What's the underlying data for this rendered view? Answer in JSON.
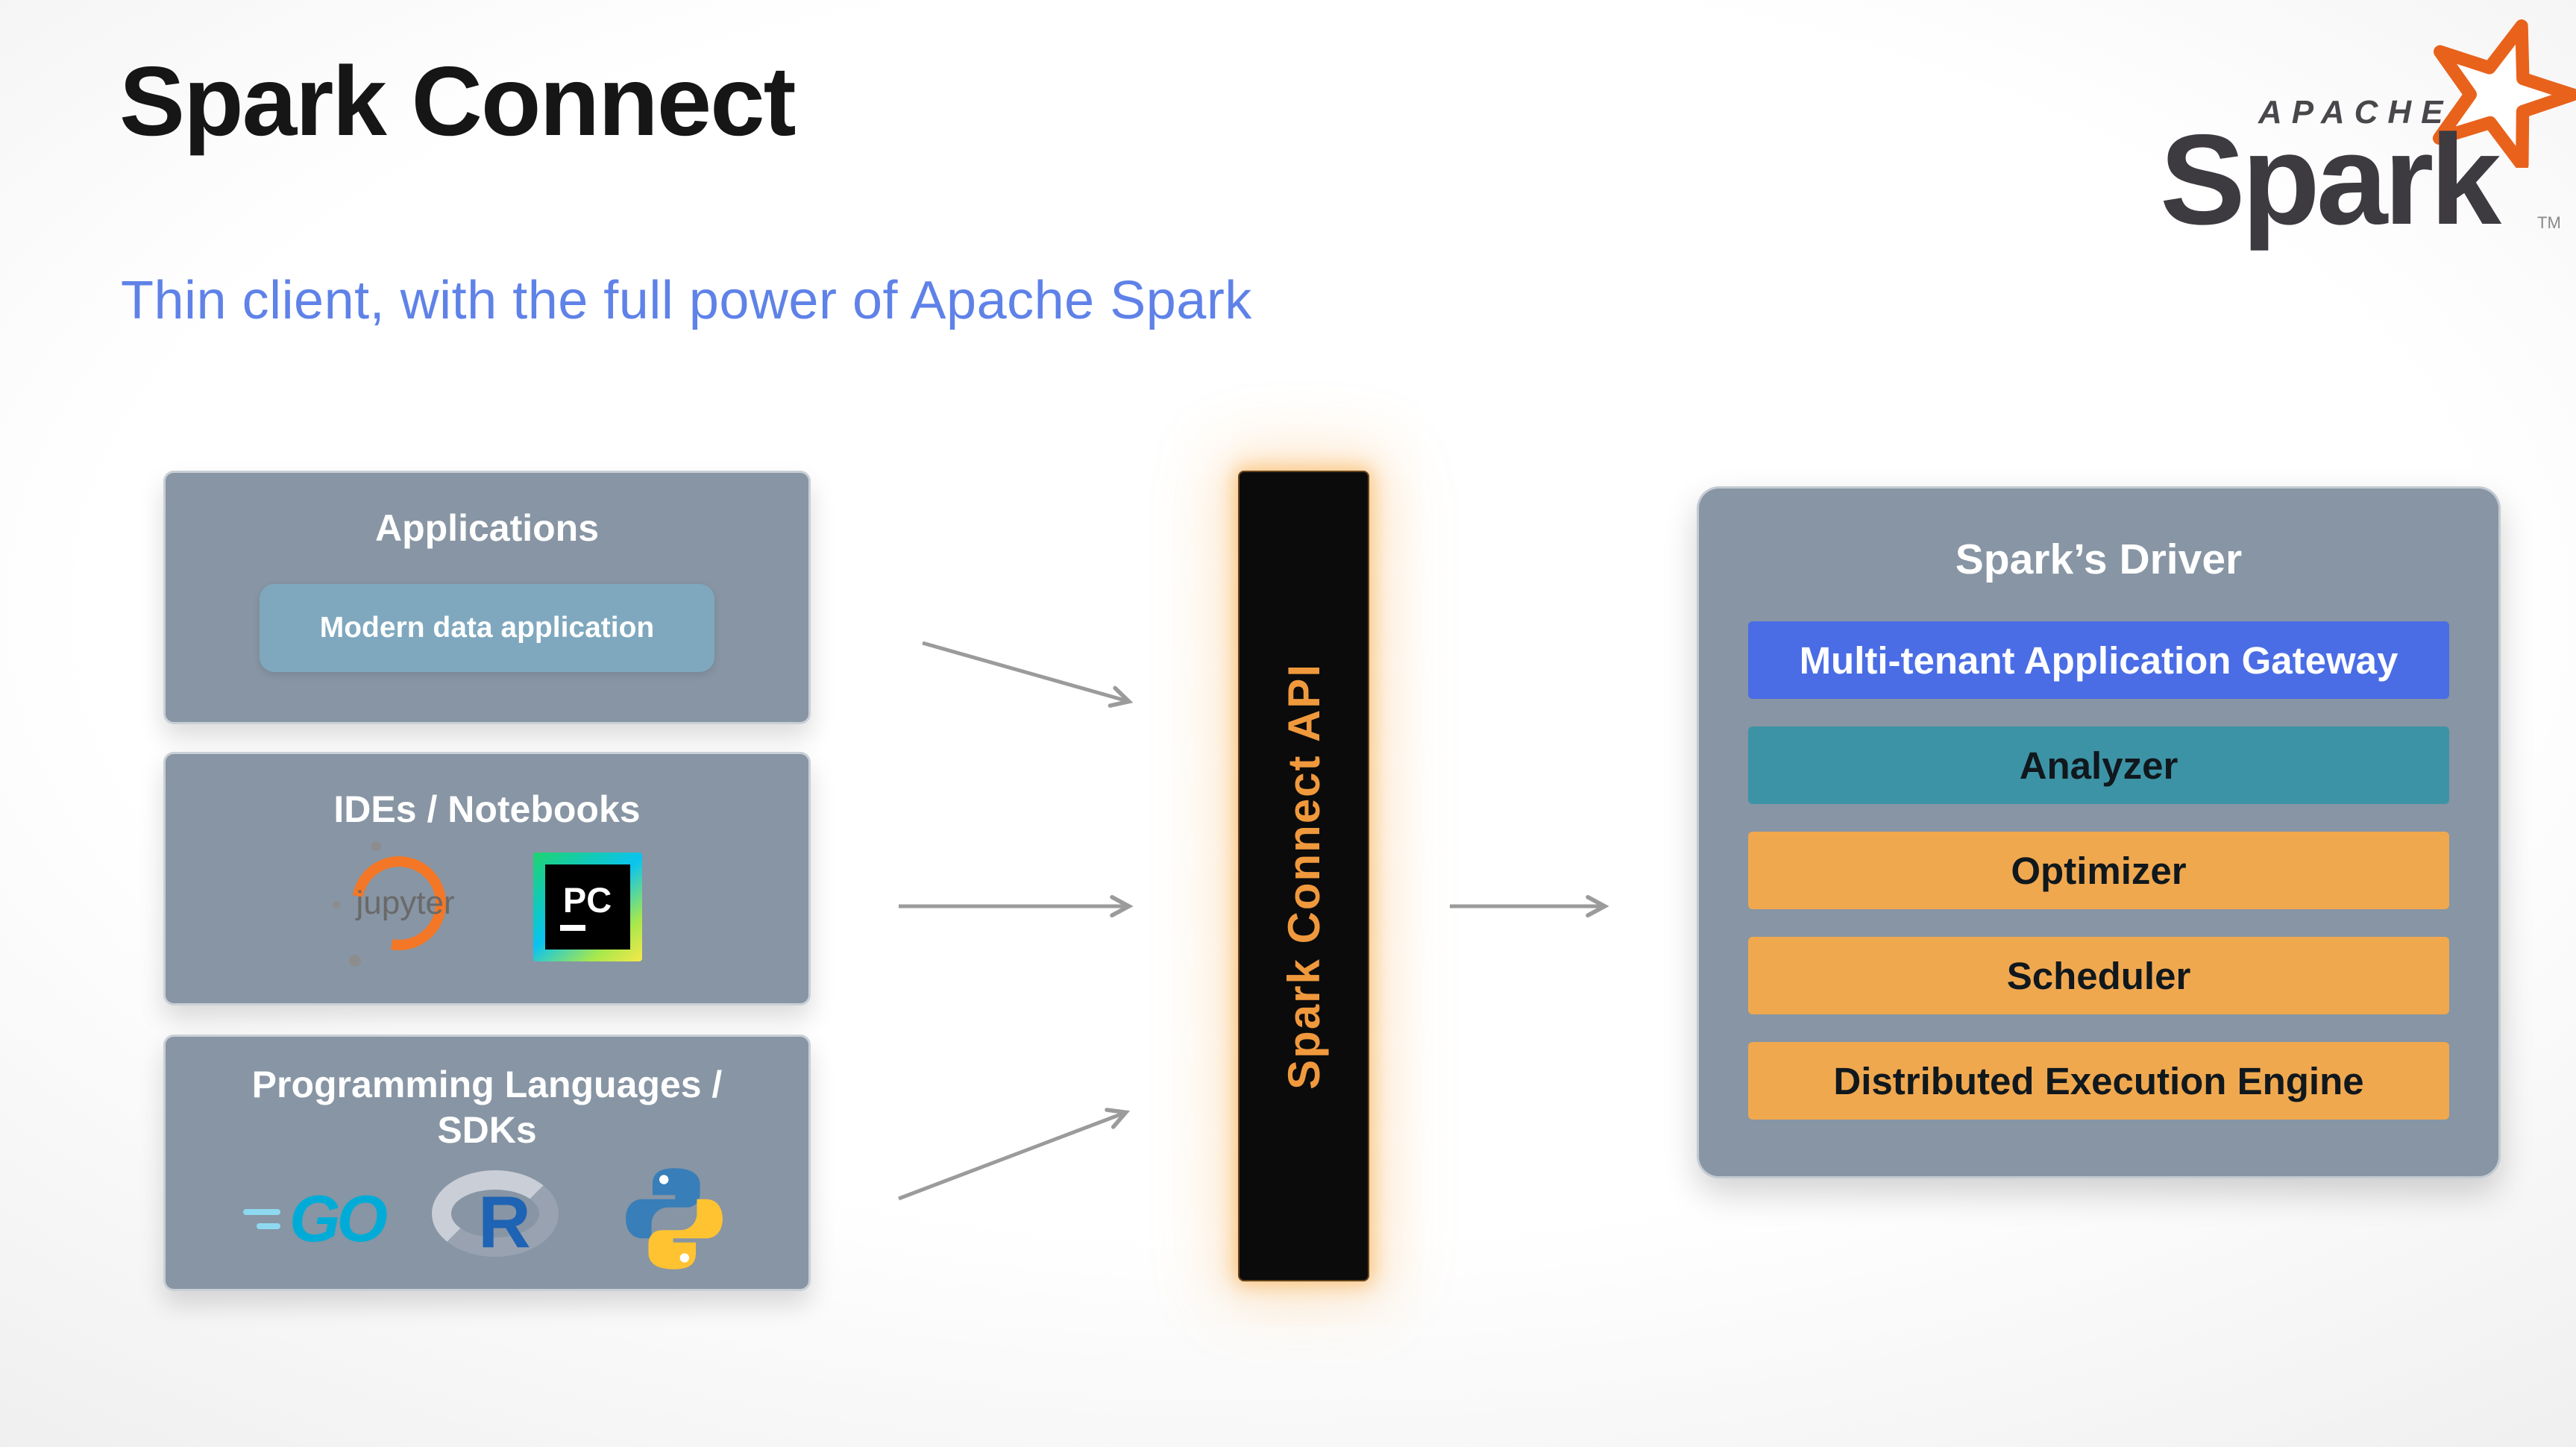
{
  "slide": {
    "title": "Spark Connect",
    "subtitle": "Thin client, with the full power of Apache Spark"
  },
  "logo": {
    "apache": "APACHE",
    "spark": "Spark",
    "tm": "TM"
  },
  "left_boxes": [
    {
      "title": "Applications",
      "chip": "Modern data application"
    },
    {
      "title": "IDEs / Notebooks"
    },
    {
      "title": "Programming Languages / SDKs"
    }
  ],
  "icons": {
    "jupyter_text": "jupyter",
    "pycharm_text": "PC",
    "go_text": "GO",
    "r_text": "R"
  },
  "connector": {
    "label": "Spark Connect API"
  },
  "driver": {
    "title": "Spark’s Driver",
    "rows": [
      {
        "label": "Multi-tenant Application Gateway",
        "bg": "#4a6de5",
        "fg": "#ffffff"
      },
      {
        "label": "Analyzer",
        "bg": "#3d93a6",
        "fg": "#10181d"
      },
      {
        "label": "Optimizer",
        "bg": "#f0a84f",
        "fg": "#10181d"
      },
      {
        "label": "Scheduler",
        "bg": "#f0a84f",
        "fg": "#10181d"
      },
      {
        "label": "Distributed Execution Engine",
        "bg": "#f0a84f",
        "fg": "#10181d"
      }
    ]
  },
  "colors": {
    "subtitle_blue": "#5f82e8",
    "panel_gray": "#8795a4",
    "chip_blue": "#7fa8be",
    "connector_bg": "#0b0b0c",
    "connector_text": "#f0993c",
    "arrow_gray": "#9b9b9b",
    "spark_logo_orange": "#e8621c"
  }
}
